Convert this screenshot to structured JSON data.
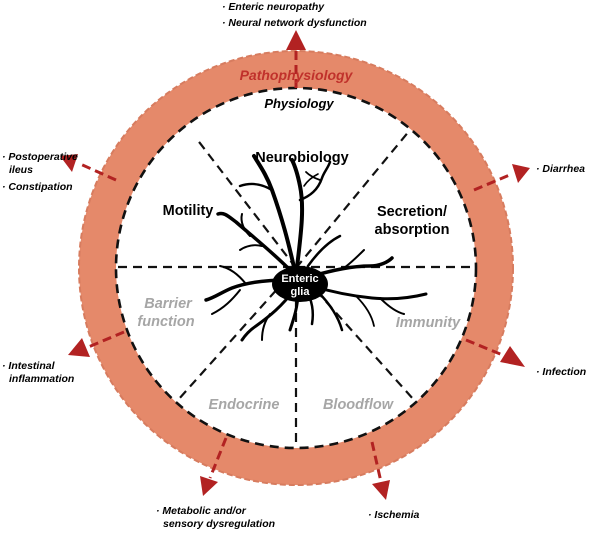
{
  "ring": {
    "pathophysiology_label": "Pathophysiology",
    "physiology_label": "Physiology",
    "ring_color": "#e5896a",
    "accent_color": "#b22222"
  },
  "center": {
    "line1": "Enteric",
    "line2": "glia"
  },
  "sectors": {
    "neurobiology": "Neurobiology",
    "motility": "Motility",
    "secretion_line1": "Secretion/",
    "secretion_line2": "absorption",
    "barrier_line1": "Barrier",
    "barrier_line2": "function",
    "immunity": "Immunity",
    "endocrine": "Endocrine",
    "bloodflow": "Bloodflow"
  },
  "conditions": {
    "enteric_neuropathy": "· Enteric neuropathy",
    "neural_network": "· Neural network dysfunction",
    "postoperative_line1": "· Postoperative",
    "postoperative_line2": "ileus",
    "constipation": "· Constipation",
    "diarrhea": "· Diarrhea",
    "intestinal_line1": "· Intestinal",
    "intestinal_line2": "inflammation",
    "infection": "· Infection",
    "metabolic_line1": "· Metabolic and/or",
    "metabolic_line2": "sensory dysregulation",
    "ischemia": "· Ischemia"
  }
}
